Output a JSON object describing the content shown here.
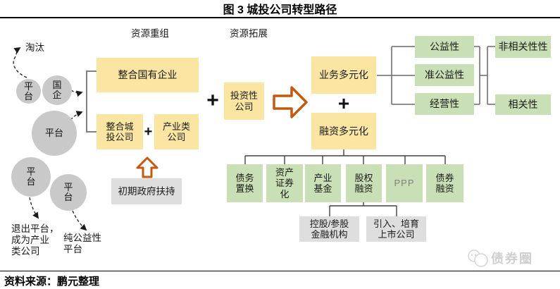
{
  "title": "图 3  城投公司转型路径",
  "source_note": "资料来源：鹏元整理",
  "watermark": "债券圈",
  "stage_headers": {
    "restructure": "资源重组",
    "expand": "资源拓展"
  },
  "left_flow": {
    "eliminate_label": "淘汰",
    "circle_platform_1": "平\n台",
    "circle_soe": "国\n企",
    "circle_platform_big": "平台",
    "circle_platform_2": "平\n台",
    "circle_platform_3": "平\n台",
    "exit_note": "退出平台，\n成为产业\n类公司",
    "pure_welfare_note": "纯公益性\n平台"
  },
  "restructure": {
    "integrate_soe": "整合国有企业",
    "integrate_utic": "整合城\n投公司",
    "plus": "+",
    "industrial_co": "产业类\n公司",
    "gov_support": "初期政府扶持"
  },
  "expand": {
    "plus": "+",
    "investment_co": "投资性\n公司"
  },
  "diversify": {
    "business": "业务多元化",
    "plus": "+",
    "financing": "融资多元化",
    "business_types": [
      "公益性",
      "准公益性",
      "经营性"
    ],
    "relatedness": [
      "非相关性性",
      "相关性"
    ],
    "channels": [
      "债务\n置换",
      "资产\n证券\n化",
      "产业\n基金",
      "股权\n融资",
      "PPP",
      "债券\n融资"
    ],
    "equity_sub": [
      "控股/参股\n金融机构",
      "引入、培育\n上市公司"
    ]
  },
  "colors": {
    "box_yellow": "#FBE5A3",
    "box_green": "#C9E0B6",
    "circle_gray": "#C9C9C9",
    "box_gray": "#DEDEDE",
    "arrow_orange": "#C45A11"
  }
}
